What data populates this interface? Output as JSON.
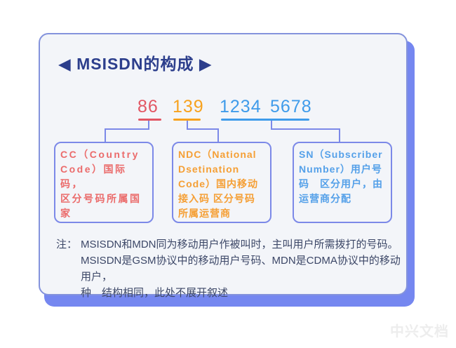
{
  "page": {
    "background": "#ffffff",
    "watermark": "中兴文档",
    "watermark_color": "#ededed"
  },
  "card": {
    "title": "◀ MSISDN的构成 ▶",
    "title_color": "#2c3e8c",
    "background": "#f3f5f9",
    "border_color": "#8493dc",
    "shadow_color": "#7587f0"
  },
  "msisdn": {
    "segments": [
      {
        "id": "cc",
        "text": "86",
        "color": "#e25663"
      },
      {
        "id": "ndc",
        "text": "139",
        "color": "#f7a21e"
      },
      {
        "id": "sn-1",
        "text": "1234",
        "color": "#3f9bea"
      },
      {
        "id": "sn-2",
        "text": "5678",
        "color": "#3f9bea"
      }
    ],
    "underlines": {
      "cc_color": "#e25663",
      "ndc_color": "#f7a21e",
      "sn_color": "#3f9bea"
    }
  },
  "diagram": {
    "connector_color": "#7c89e8",
    "box_border_color": "#7c89e8"
  },
  "boxes": [
    {
      "id": "cc",
      "text": "CC（Country\nCode）国际码，\n区分号码所属国\n家",
      "color": "#eb6b6b"
    },
    {
      "id": "ndc",
      "text": "NDC（National\nDsetination\nCode）国内移动\n接入码 区分号码\n所属运营商",
      "color": "#f59f35"
    },
    {
      "id": "sn",
      "text": "SN（Subscriber\nNumber）用户号\n码　区分用户，由\n运营商分配",
      "color": "#54a0e9"
    }
  ],
  "note": {
    "prefix": "注：",
    "lines": "MSISDN和MDN同为移动用户作被叫时，主叫用户所需拨打的号码。\nMSISDN是GSM协议中的移动用户号码、MDN是CDMA协议中的移动用户，\n种　结构相同，此处不展开叙述",
    "color": "#3c4767"
  }
}
